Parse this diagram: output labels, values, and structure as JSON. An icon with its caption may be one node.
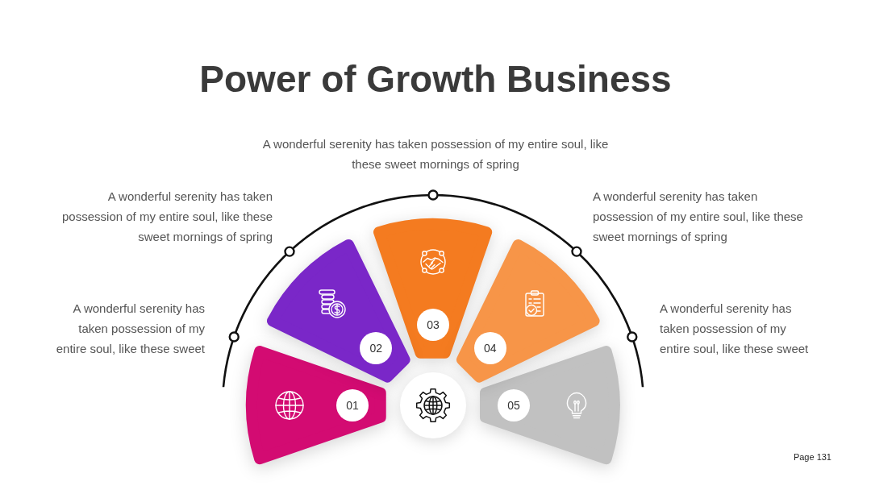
{
  "diagram": {
    "title": "Power of Growth Business",
    "nodes": [
      {
        "text": [
          "01"
        ]
      },
      {
        "text": [
          "02"
        ]
      },
      {
        "text": [
          "03"
        ]
      },
      {
        "text": [
          "04"
        ]
      },
      {
        "text": [
          "05"
        ]
      }
    ],
    "labels": [
      "A wonderful serenity has taken possession of my entire soul, like these sweet mornings of spring",
      "A wonderful serenity has taken possession of my entire soul, like these sweet mornings of spring",
      "A wonderful serenity has taken possession of my entire soul, like these sweet mornings of spring",
      "A wonderful serenity has taken possession of my entire soul, like these sweet",
      "A wonderful serenity has taken possession of my entire soul, like these sweet",
      "Page 131"
    ]
  }
}
